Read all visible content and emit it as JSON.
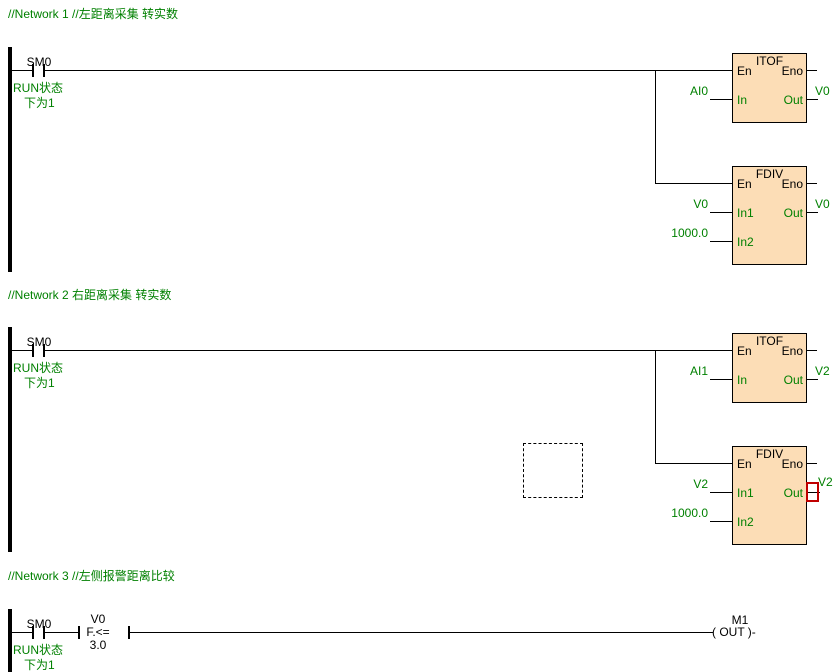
{
  "colors": {
    "comment_green": "#008000",
    "operand_green": "#008000",
    "block_fill": "#FCDDB6",
    "block_border": "#000000",
    "wire_black": "#000000",
    "selection_red": "#C00000"
  },
  "networks": [
    {
      "comment": "//Network 1 //左距离采集 转实数",
      "contact": {
        "operand": "SM0",
        "desc_line1": "RUN状态",
        "desc_line2": "下为1"
      },
      "itof": {
        "title": "ITOF",
        "en": "En",
        "eno": "Eno",
        "in_label": "In",
        "in_operand": "AI0",
        "out_label": "Out",
        "out_operand": "V0"
      },
      "fdiv": {
        "title": "FDIV",
        "en": "En",
        "eno": "Eno",
        "in1_label": "In1",
        "in1_operand": "V0",
        "in2_label": "In2",
        "in2_operand": "1000.0",
        "out_label": "Out",
        "out_operand": "V0"
      }
    },
    {
      "comment": "//Network 2 右距离采集 转实数",
      "contact": {
        "operand": "SM0",
        "desc_line1": "RUN状态",
        "desc_line2": "下为1"
      },
      "itof": {
        "title": "ITOF",
        "en": "En",
        "eno": "Eno",
        "in_label": "In",
        "in_operand": "AI1",
        "out_label": "Out",
        "out_operand": "V2"
      },
      "fdiv": {
        "title": "FDIV",
        "en": "En",
        "eno": "Eno",
        "in1_label": "In1",
        "in1_operand": "V2",
        "in2_label": "In2",
        "in2_operand": "1000.0",
        "out_label": "Out",
        "out_operand": "V2"
      }
    },
    {
      "comment": "//Network 3 //左侧报警距离比较",
      "contact": {
        "operand": "SM0",
        "desc_line1": "RUN状态",
        "desc_line2": "下为1"
      },
      "compare": {
        "operand": "V0",
        "operator": "F.<=",
        "constant": "3.0"
      },
      "coil": {
        "operand": "M1",
        "text": "( OUT )-"
      }
    }
  ]
}
